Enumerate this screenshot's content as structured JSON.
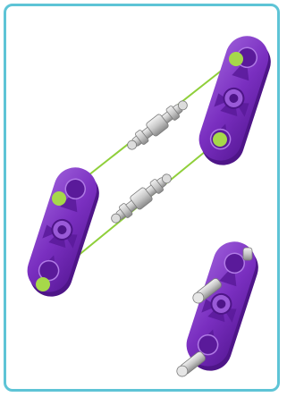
{
  "figure": {
    "description_icon": "assembly-instruction-diagram",
    "colors": {
      "frame": "#5ec4d6",
      "connector": "#7a2fc0",
      "connector_dark": "#4e1588",
      "connector_light": "#9a5ad8",
      "axle_highlight": "#a6d84a",
      "guide_line": "#8fcf3a",
      "rod": "#c9c9c9",
      "rod_dark": "#8a8a8a"
    },
    "parts": [
      {
        "name": "connector-top-right",
        "kind": "purple-3-hole-connector"
      },
      {
        "name": "connector-left",
        "kind": "purple-3-hole-connector"
      },
      {
        "name": "connector-bottom-right-assembled",
        "kind": "purple-3-hole-connector-with-rods"
      },
      {
        "name": "rod-upper",
        "kind": "grey-axle-rod"
      },
      {
        "name": "rod-lower",
        "kind": "grey-axle-rod"
      }
    ]
  }
}
